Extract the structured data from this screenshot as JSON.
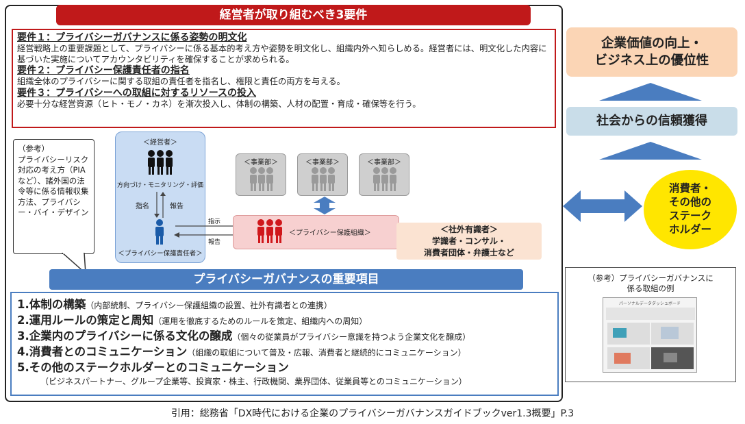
{
  "main_title": "経営者が取り組むべき3要件",
  "requirements": [
    {
      "heading": "要件１：プライバシーガバナンスに係る姿勢の明文化",
      "text": "経営戦略上の重要課題として、プライバシーに係る基本的考え方や姿勢を明文化し、組織内外へ知らしめる。経営者には、明文化した内容に基づいた実施についてアカウンタビリティを確保することが求められる。"
    },
    {
      "heading": "要件２：プライバシー保護責任者の指名",
      "text": "組織全体のプライバシーに関する取組の責任者を指名し、権限と責任の両方を与える。"
    },
    {
      "heading": "要件３：プライバシーへの取組に対するリソースの投入",
      "text": "必要十分な経営資源（ヒト・モノ・カネ）を漸次投入し、体制の構築、人材の配置・育成・確保等を行う。"
    }
  ],
  "reference_bubble": "（参考）\nプライバシーリスク対応の考え方（PIAなど）、諸外国の法令等に係る情報収集方法、プライバシー・バイ・デザイン",
  "org": {
    "executive_label": "＜経営者＞",
    "executive_role": "方向づけ・モニタリング・評価",
    "designate": "指名",
    "report_up": "報告",
    "officer_label": "＜プライバシー保護責任者＞",
    "divisions": [
      "＜事業部＞",
      "＜事業部＞",
      "＜事業部＞"
    ],
    "instruct": "指示",
    "report": "報告",
    "privacy_org_label": "＜プライバシー保護組織＞",
    "experts_title": "＜社外有識者＞",
    "experts_line1": "学識者・コンサル・",
    "experts_line2": "消費者団体・弁護士など"
  },
  "governance_title": "プライバシーガバナンスの重要項目",
  "governance_items": [
    {
      "main": "1.体制の構築",
      "sub": "（内部統制、プライバシー保護組織の設置、社外有識者との連携）"
    },
    {
      "main": "2.運用ルールの策定と周知",
      "sub": "（運用を徹底するためのルールを策定、組織内への周知）"
    },
    {
      "main": "3.企業内のプライバシーに係る文化の醸成",
      "sub": "（個々の従業員がプライバシー意識を持つよう企業文化を醸成）"
    },
    {
      "main": "4.消費者とのコミュニケーション",
      "sub": "（組織の取組について普及・広報、消費者と継続的にコミュニケーション）"
    },
    {
      "main": "5.その他のステークホルダーとのコミュニケーション",
      "sub": ""
    }
  ],
  "governance_item5_sub": "（ビジネスパートナー、グループ企業等、投資家・株主、行政機関、業界団体、従業員等とのコミュニケーション）",
  "right": {
    "value_line1": "企業価値の向上・",
    "value_line2": "ビジネス上の優位性",
    "trust": "社会からの信頼獲得",
    "stake_line1": "消費者・",
    "stake_line2": "その他の",
    "stake_line3": "ステーク",
    "stake_line4": "ホルダー",
    "ref_line1": "（参考）プライバシーガバナンスに",
    "ref_line2": "係る取組の例",
    "thumb_title": "パーソナルデータダッシュボード"
  },
  "caption": "引用：総務省「DX時代における企業のプライバシーガバナンスガイドブックver1.3概要」P.3",
  "colors": {
    "red": "#c0191a",
    "blue": "#4a7dc0",
    "orange": "#fbd5b5",
    "lightblue": "#c9dde9",
    "yellow": "#ffe600"
  }
}
